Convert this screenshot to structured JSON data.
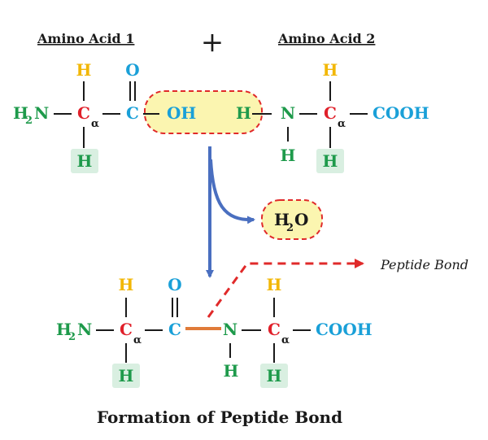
{
  "colors": {
    "green": "#1e9a4b",
    "red": "#e0202a",
    "blue": "#1aa0d8",
    "yellow": "#f2b705",
    "dark": "#1a1a1a",
    "highlight_fill": "#fbf5b0",
    "highlight_stroke": "#e02a2a",
    "h_box": "#d9efe1",
    "arrow": "#4a6fc0",
    "peptide_bond": "#e07b39"
  },
  "headers": {
    "amino_acid_1": "Amino Acid 1",
    "amino_acid_2": "Amino Acid 2",
    "plus": "+"
  },
  "reactant1": {
    "h_top": "H",
    "o_top": "O",
    "h2": "H",
    "two": "2",
    "n": "N",
    "c_alpha": "C",
    "alpha": "α",
    "c": "C",
    "oh": "OH",
    "h_bottom": "H"
  },
  "reactant2": {
    "h_left": "H",
    "n": "N",
    "h_top": "H",
    "c_alpha": "C",
    "alpha": "α",
    "cooh": "COOH",
    "h_under_n": "H",
    "h_bottom": "H"
  },
  "water": {
    "h": "H",
    "two": "2",
    "o": "O"
  },
  "product": {
    "h_top1": "H",
    "o_top": "O",
    "h_top2": "H",
    "h2": "H",
    "two": "2",
    "n1": "N",
    "c_alpha1": "C",
    "alpha1": "α",
    "c": "C",
    "n2": "N",
    "c_alpha2": "C",
    "alpha2": "α",
    "cooh": "COOH",
    "h_bottom1": "H",
    "h_under_n": "H",
    "h_bottom2": "H"
  },
  "peptide_bond_label": "Peptide Bond",
  "title": "Formation of Peptide Bond"
}
